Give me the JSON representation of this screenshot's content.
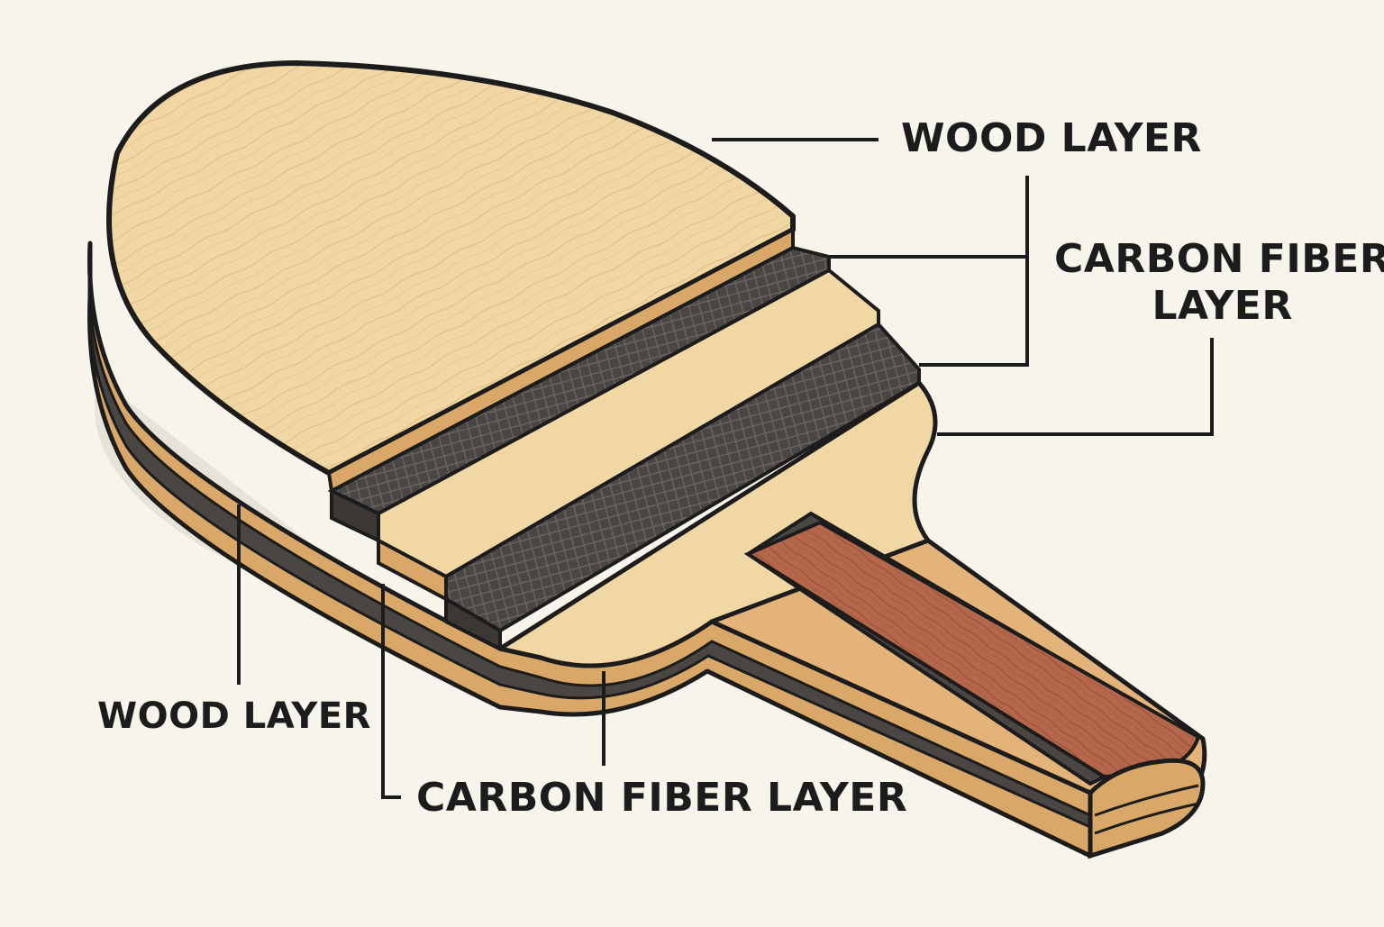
{
  "labels": {
    "wood_layer_top": "WOOD LAYER",
    "carbon_fiber_layer_right_line1": "CARBON FIBER",
    "carbon_fiber_layer_right_line2": "LAYER",
    "wood_layer_bottom": "WOOD LAYER",
    "carbon_fiber_layer_bottom": "CARBON FIBER LAYER"
  },
  "colors": {
    "background": "#f7f4ec",
    "light_wood": "#f1d7a4",
    "edge_wood": "#d9a868",
    "carbon": "#4a4644",
    "handle_red": "#b4674a",
    "outline": "#1c1c1c"
  }
}
